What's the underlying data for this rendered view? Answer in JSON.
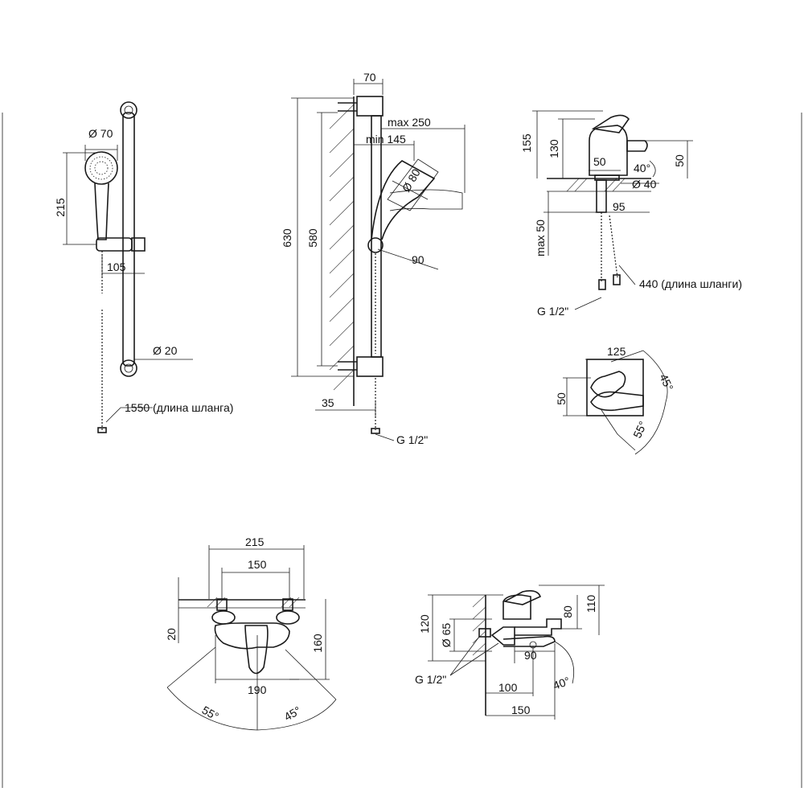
{
  "shower_set": {
    "head_diameter": "Ø 70",
    "head_height": "215",
    "holder_offset": "105",
    "bar_diameter": "Ø 20",
    "hose_length": "1550 (длина шланга)"
  },
  "side_view": {
    "wall_offset": "70",
    "max_reach": "max 250",
    "min_reach": "min 145",
    "head_diameter": "Ø 80",
    "angle": "90",
    "total_height": "630",
    "bar_height": "580",
    "bottom_offset": "35",
    "thread": "G 1/2\""
  },
  "basin_mixer": {
    "height": "155",
    "spout_height": "130",
    "spout_reach": "50",
    "base_height": "50",
    "lever_angle": "40°",
    "base_diameter": "Ø 40",
    "shank_offset": "95",
    "shank_length": "max 50",
    "hose_length": "440 (длина шланги)",
    "thread": "G 1/2\""
  },
  "top_view": {
    "length": "125",
    "width": "50",
    "angle_right": "45°",
    "angle_left": "55°"
  },
  "wall_mixer_front": {
    "overall_width": "215",
    "center_distance": "150",
    "wall_offset": "20",
    "height": "160",
    "body_width": "190",
    "angle_left": "55°",
    "angle_right": "45°"
  },
  "bath_mixer_side": {
    "height_total": "120",
    "body_diameter": "Ø 65",
    "spout_height": "80",
    "lever_height": "110",
    "spout_reach": "90",
    "body_reach": "100",
    "total_reach": "150",
    "lever_angle": "40°",
    "thread": "G 1/2\""
  }
}
